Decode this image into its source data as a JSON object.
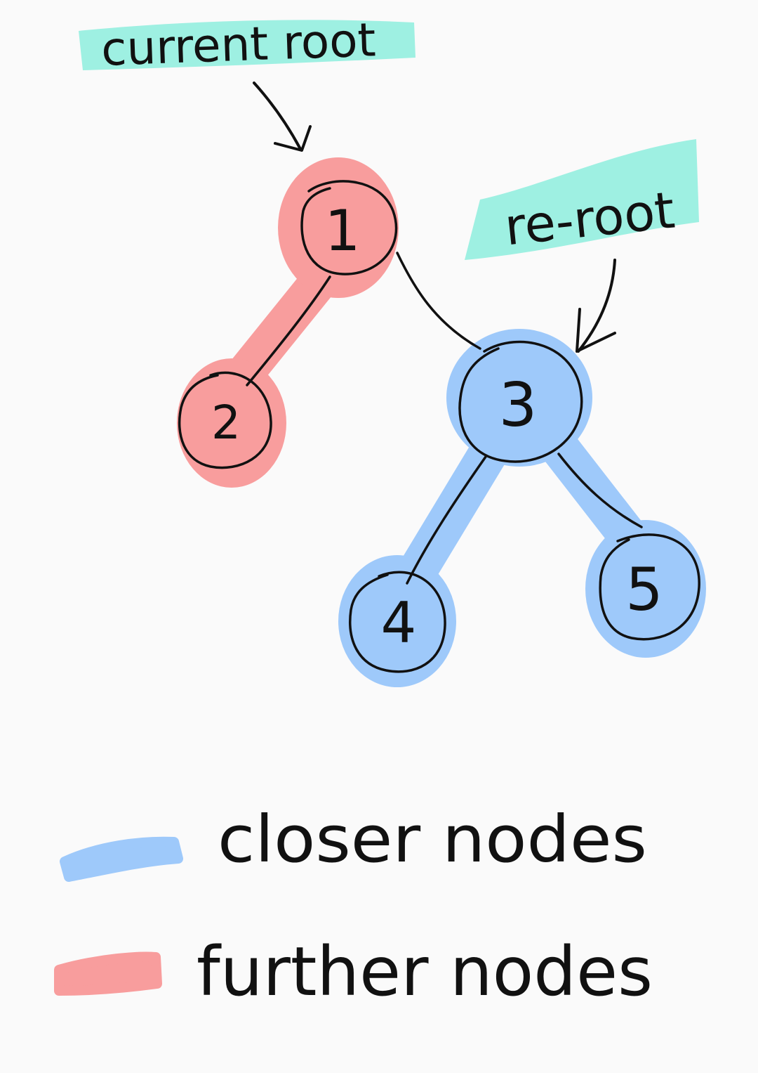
{
  "labels": {
    "current_root": "current root",
    "re_root": "re-root"
  },
  "nodes": [
    {
      "id": "1",
      "label": "1",
      "group": "further"
    },
    {
      "id": "2",
      "label": "2",
      "group": "further"
    },
    {
      "id": "3",
      "label": "3",
      "group": "closer"
    },
    {
      "id": "4",
      "label": "4",
      "group": "closer"
    },
    {
      "id": "5",
      "label": "5",
      "group": "closer"
    }
  ],
  "edges": [
    {
      "from": "1",
      "to": "2",
      "group": "further"
    },
    {
      "from": "1",
      "to": "3",
      "group": "none"
    },
    {
      "from": "3",
      "to": "4",
      "group": "closer"
    },
    {
      "from": "3",
      "to": "5",
      "group": "closer"
    }
  ],
  "legend": [
    {
      "key": "closer",
      "label": "closer nodes"
    },
    {
      "key": "further",
      "label": "further nodes"
    }
  ],
  "colors": {
    "background": "#fafafa",
    "closer": "#9ec9fa",
    "further": "#f89d9d",
    "label_highlight": "#9ef0e2",
    "ink": "#111111"
  }
}
